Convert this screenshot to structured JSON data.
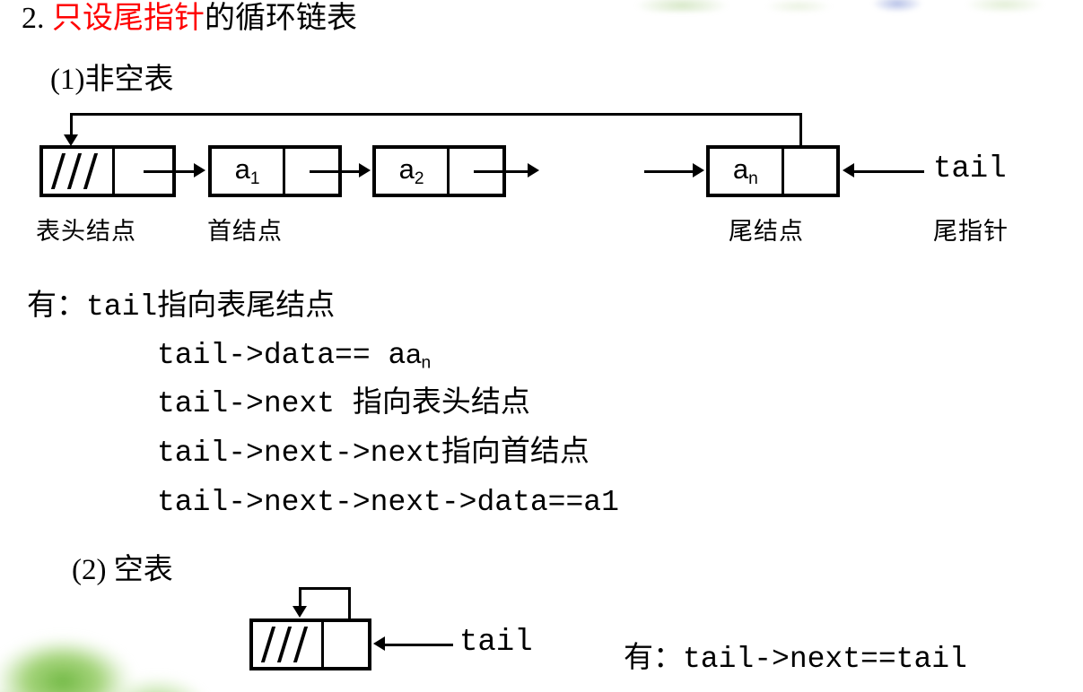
{
  "slide": {
    "heading": {
      "number": "2.",
      "highlight": "只设尾指针",
      "rest": "的循环链表"
    },
    "section_nonempty": {
      "label": "(1)非空表",
      "nodes": [
        {
          "value": "///",
          "kind": "header"
        },
        {
          "value": "a",
          "sub": "1",
          "kind": "data"
        },
        {
          "value": "a",
          "sub": "2",
          "kind": "data"
        },
        {
          "value": "a",
          "sub": "n",
          "kind": "data"
        }
      ],
      "pointer_label": "tail",
      "captions": [
        "表头结点",
        "首结点",
        "尾结点",
        "尾指针"
      ]
    },
    "facts": {
      "intro": "有：",
      "lines": [
        "tail指向表尾结点",
        "tail->data==  a",
        "tail->next 指向表头结点",
        "tail->next->next指向首结点",
        "tail->next->next->data==a1"
      ],
      "line2_sub": "n"
    },
    "section_empty": {
      "label": "(2) 空表",
      "node_value": "///",
      "pointer_label": "tail",
      "fact_intro": "有：",
      "fact": "tail->next==tail"
    },
    "colors": {
      "highlight": "#ff0000",
      "text": "#000000",
      "background": "#ffffff",
      "stroke": "#000000"
    }
  }
}
